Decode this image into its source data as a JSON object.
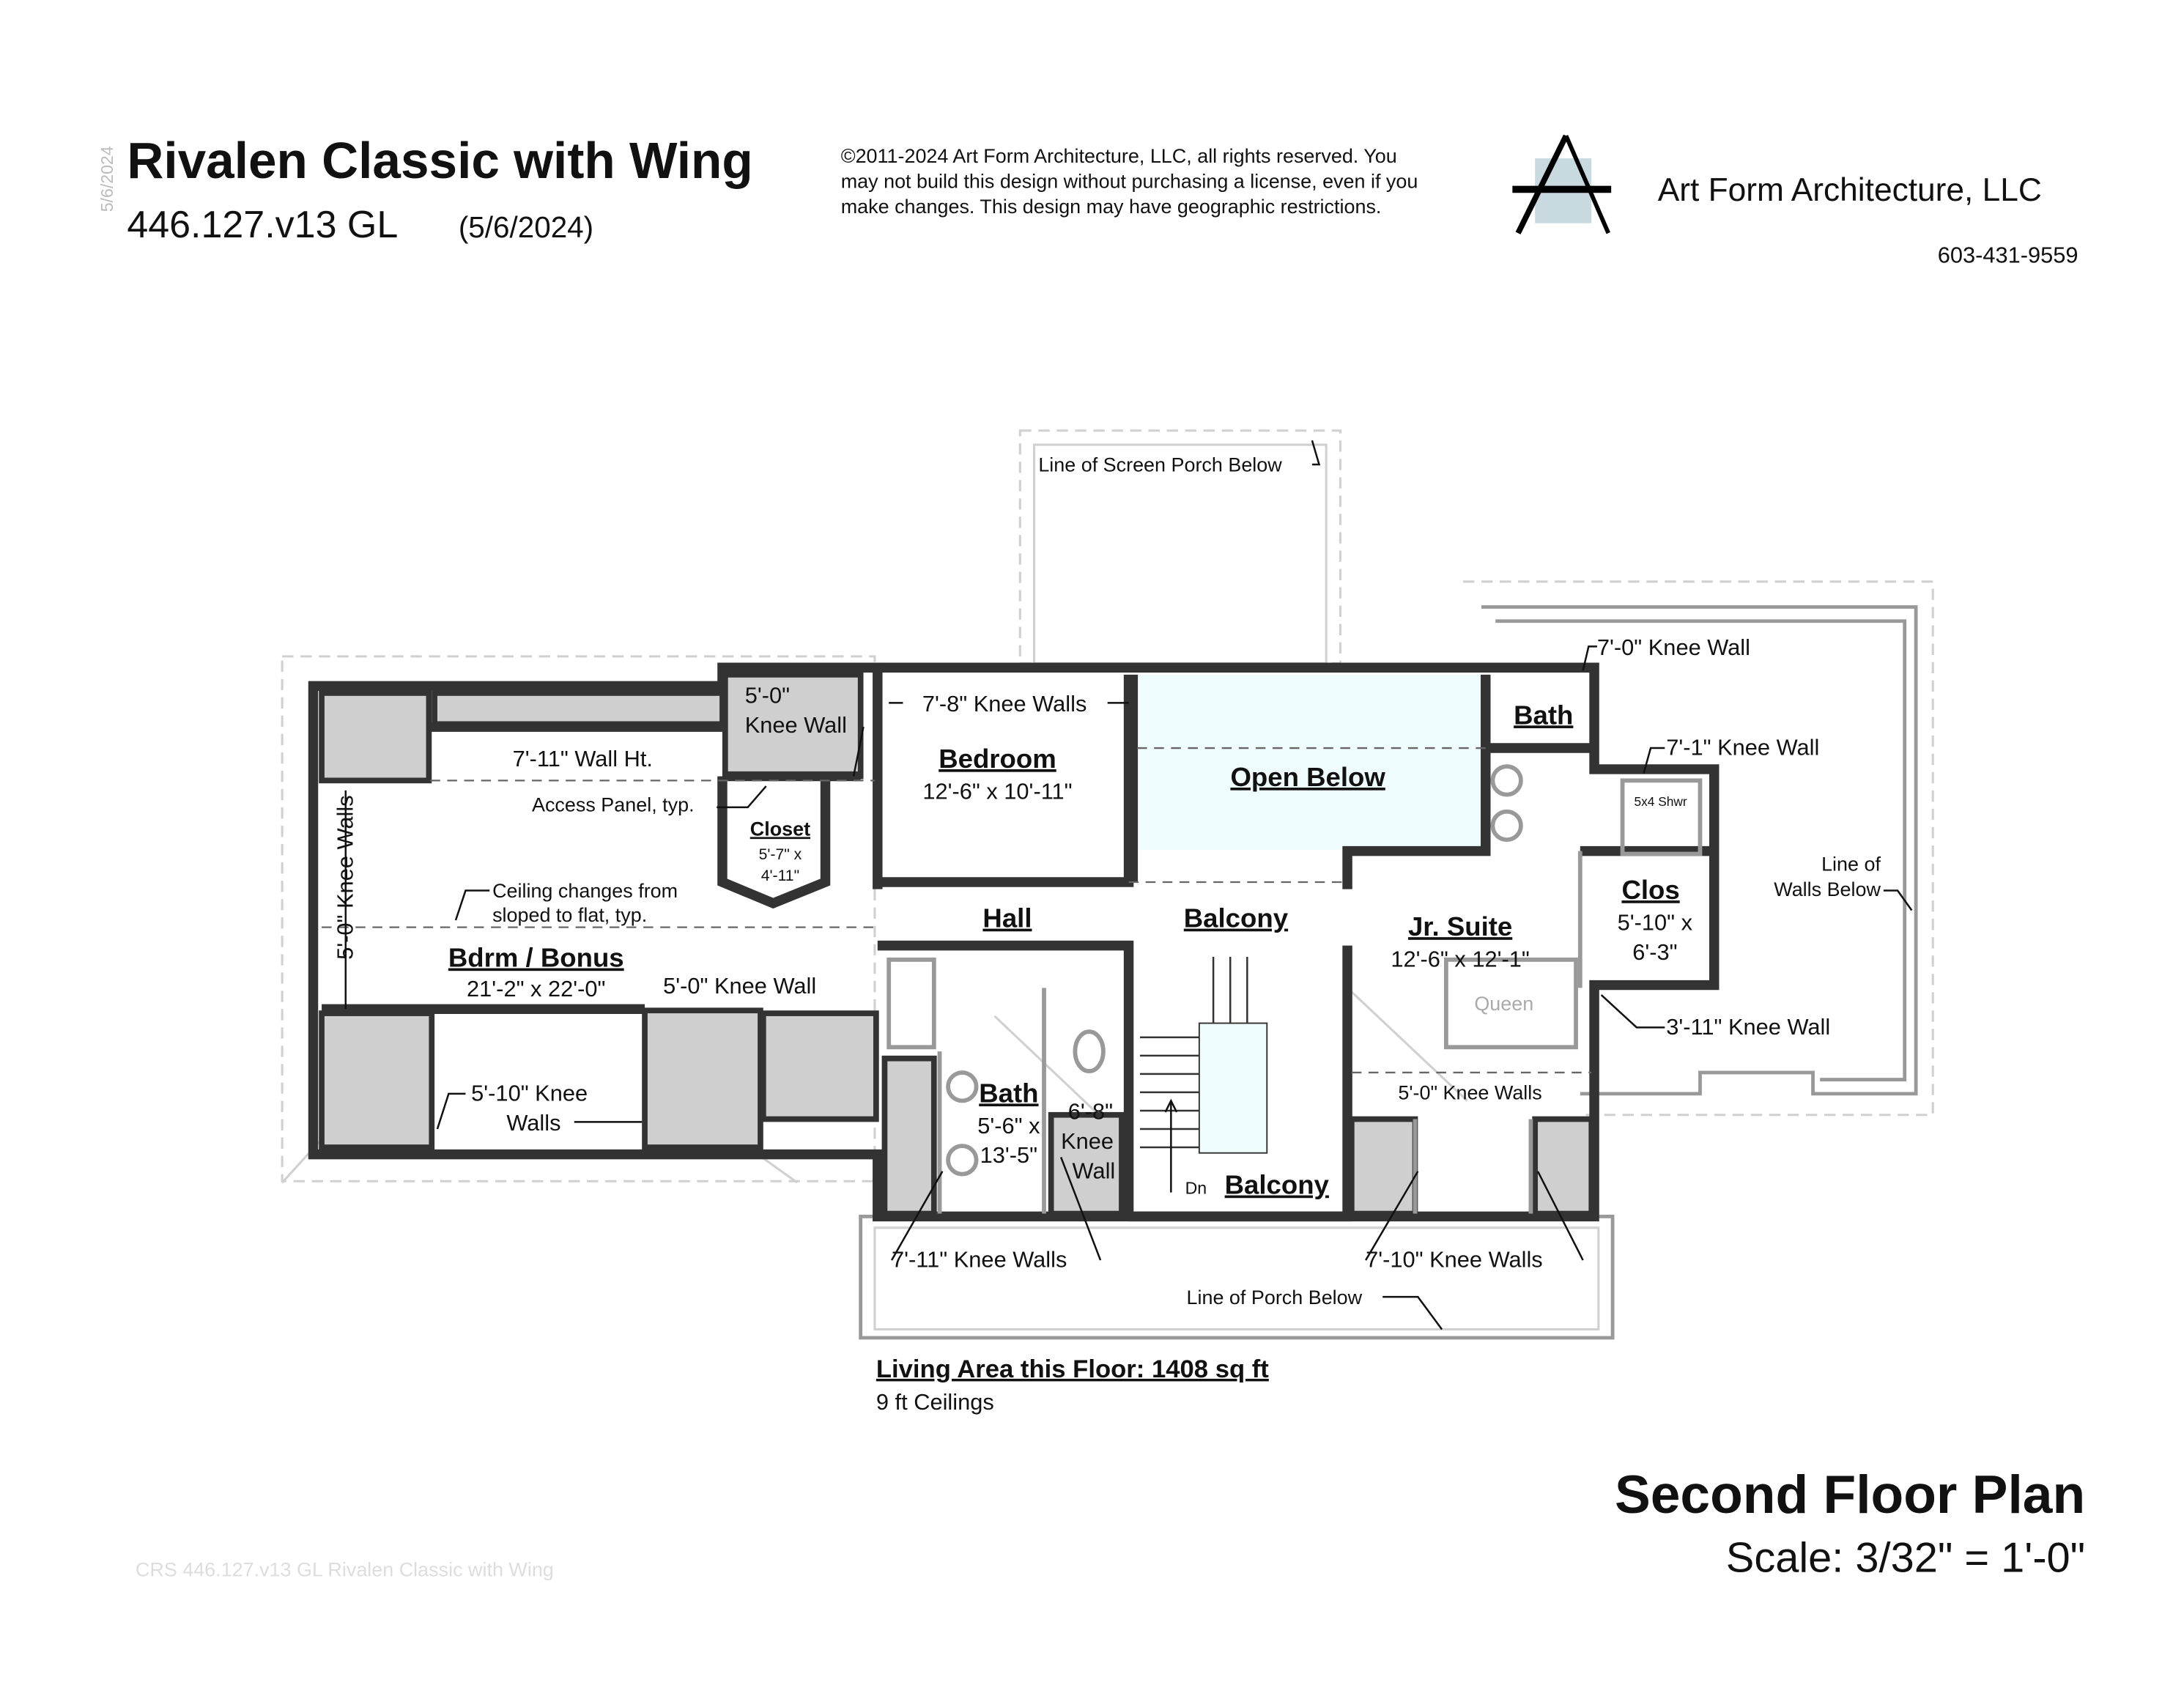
{
  "header": {
    "side_date": "5/6/2024",
    "title": "Rivalen Classic with Wing",
    "plan_number": "446.127.v13 GL",
    "plan_date": "(5/6/2024)",
    "copyright_lines": [
      "©2011-2024 Art Form Architecture, LLC, all rights reserved. You",
      "may not build this design without purchasing a license, even if you",
      "make changes. This design may have geographic restrictions."
    ],
    "company": "Art Form Architecture, LLC",
    "phone": "603-431-9559",
    "logo_color": "#c9d9e0"
  },
  "plan": {
    "colors": {
      "open_below": "#f0fdfe",
      "knee_wall_fill": "#cfcfcf",
      "wall": "#333333"
    },
    "rooms": {
      "bonus": {
        "name": "Bdrm / Bonus",
        "size": "21'-2\" x 22'-0\""
      },
      "bedroom": {
        "name": "Bedroom",
        "size": "12'-6\" x 10'-11\""
      },
      "closet": {
        "name": "Closet",
        "size_line1": "5'-7\" x",
        "size_line2": "4'-11\""
      },
      "hall": {
        "name": "Hall"
      },
      "balcony_top": {
        "name": "Balcony"
      },
      "balcony_bottom": {
        "name": "Balcony"
      },
      "open_below": {
        "name": "Open Below"
      },
      "bath_top": {
        "name": "Bath"
      },
      "jr_suite": {
        "name": "Jr. Suite",
        "size": "12'-6\" x 12'-1\""
      },
      "clos": {
        "name": "Clos",
        "size_line1": "5'-10\" x",
        "size_line2": "6'-3\""
      },
      "bath_lower": {
        "name": "Bath",
        "size_line1": "5'-6\" x",
        "size_line2": "13'-5\""
      }
    },
    "notes": {
      "wall_ht": "7'-11\" Wall Ht.",
      "knee_5_0_a_line1": "5'-0\"",
      "knee_5_0_a_line2": "Knee Wall",
      "knee_7_8": "7'-8\" Knee Walls",
      "access_panel": "Access Panel, typ.",
      "knee_left": "5'-0\" Knee Walls",
      "ceiling_line1": "Ceiling changes from",
      "ceiling_line2": "sloped to flat, typ.",
      "knee_5_0_b": "5'-0\" Knee Wall",
      "knee_5_10_line1": "5'-10\" Knee",
      "knee_5_10_line2": "Walls",
      "knee_6_8_line1": "6'-8\"",
      "knee_6_8_line2": "Knee",
      "knee_6_8_line3": "Wall",
      "knee_7_11": "7'-11\" Knee Walls",
      "knee_7_10": "7'-10\" Knee Walls",
      "knee_7_0": "7'-0\" Knee Wall",
      "knee_7_1": "7'-1\" Knee Wall",
      "shower": "5x4 Shwr",
      "line_walls_line1": "Line of",
      "line_walls_line2": "Walls Below",
      "knee_3_11": "3'-11\" Knee Wall",
      "queen": "Queen",
      "knee_5_0_c": "5'-0\" Knee Walls",
      "stair_dn": "Dn",
      "screen_porch": "Line of Screen Porch Below",
      "porch": "Line of Porch Below"
    }
  },
  "footer": {
    "living_area": "Living Area this Floor: 1408 sq ft",
    "ceilings": "9 ft Ceilings",
    "plan_title": "Second Floor Plan",
    "scale": "Scale: 3/32\" = 1'-0\"",
    "watermark": "CRS 446.127.v13 GL Rivalen Classic with Wing"
  }
}
